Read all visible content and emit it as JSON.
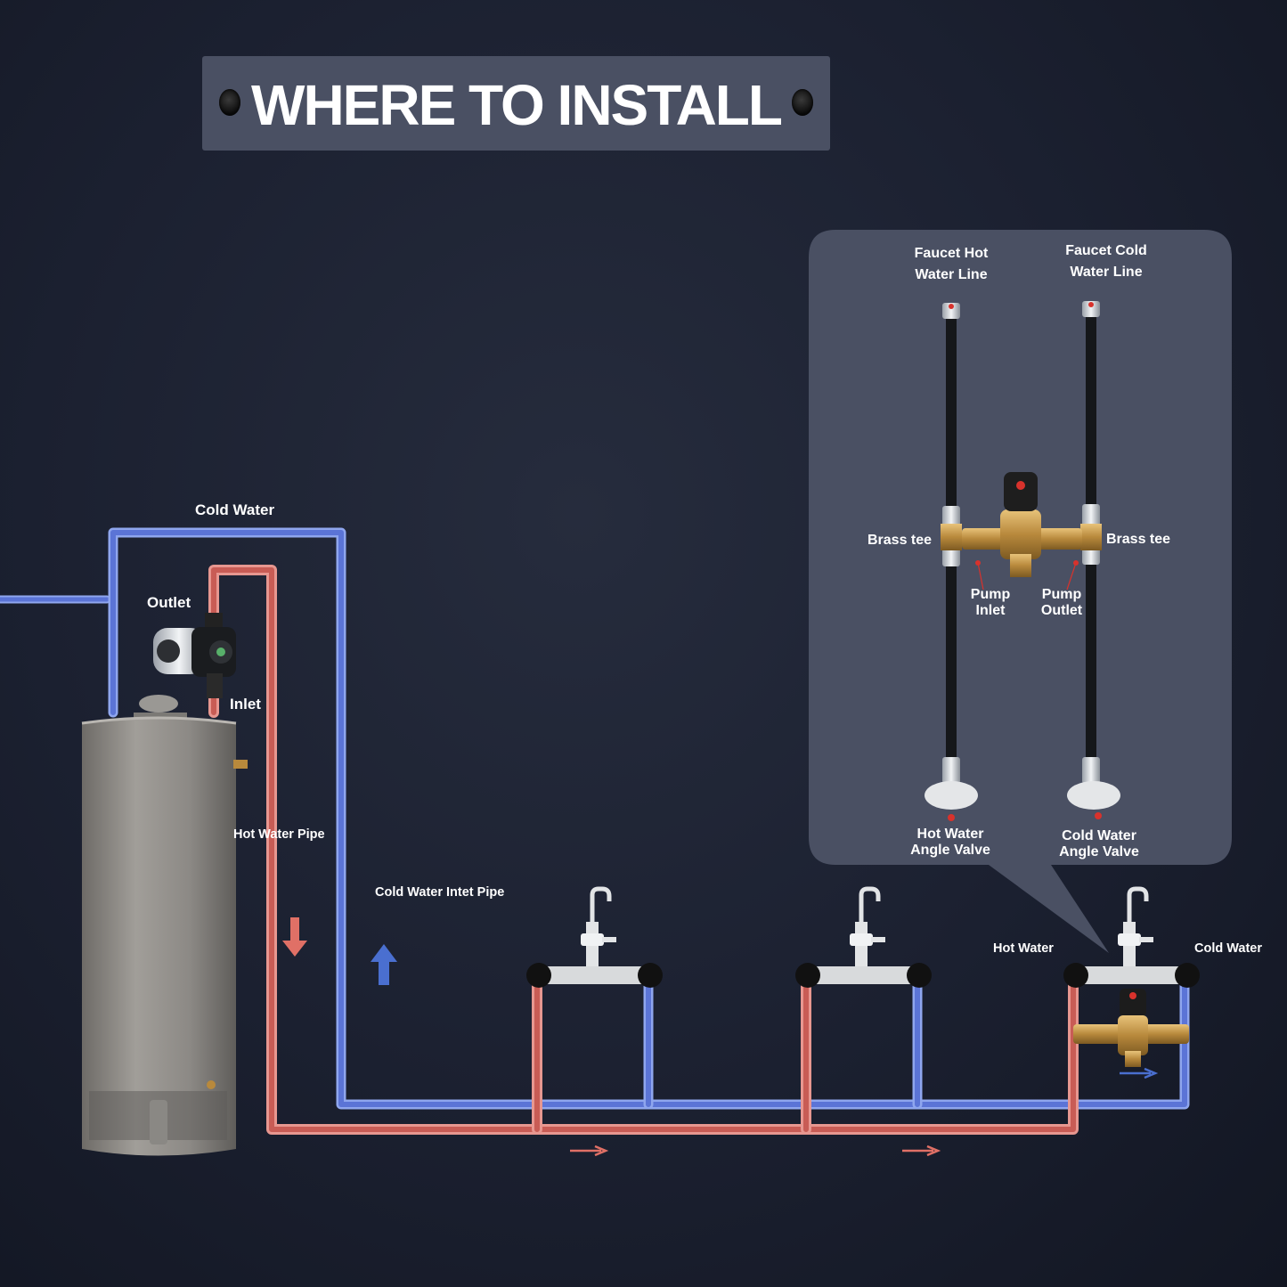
{
  "banner": {
    "title": "WHERE TO INSTALL"
  },
  "labels": {
    "cold_water": "Cold Water",
    "outlet": "Outlet",
    "inlet": "Inlet",
    "hot_water_pipe": "Hot Water Pipe",
    "cold_water_inlet_pipe": "Cold Water Intet Pipe",
    "hot_water": "Hot Water",
    "cold_water_right": "Cold Water"
  },
  "callout": {
    "faucet_hot_line": [
      "Faucet Hot",
      "Water Line"
    ],
    "faucet_cold_line": [
      "Faucet Cold",
      "Water Line"
    ],
    "brass_tee_left": "Brass tee",
    "brass_tee_right": "Brass tee",
    "pump_inlet": [
      "Pump",
      "Inlet"
    ],
    "pump_outlet": [
      "Pump",
      "Outlet"
    ],
    "hot_angle_valve": [
      "Hot Water",
      "Angle Valve"
    ],
    "cold_angle_valve": [
      "Cold Water",
      "Angle Valve"
    ]
  },
  "colors": {
    "hot_pipe": "#d46a62",
    "cold_pipe": "#5b74d6",
    "panel": "#4a5063",
    "flow_arrow_hot": "#e07066",
    "flow_arrow_cold": "#4a6fd0"
  },
  "icons": [
    "water-heater-icon",
    "circulation-pump-icon",
    "faucet-icon",
    "mixing-valve-icon",
    "angle-valve-icon",
    "brass-tee-icon",
    "flow-arrow-icon"
  ]
}
